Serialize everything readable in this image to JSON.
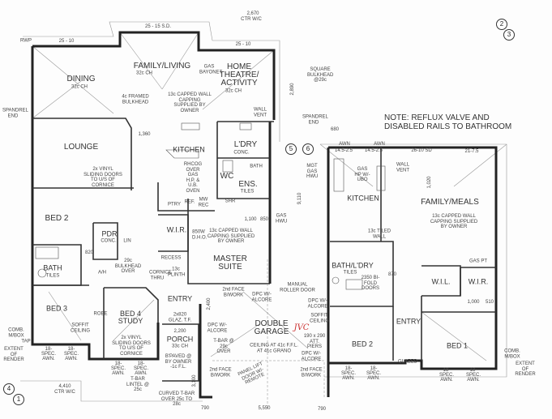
{
  "rooms": {
    "dining": "DINING",
    "dining_ch": "32c CH",
    "family_living": "FAMILY/LIVING",
    "family_living_ch": "32c CH",
    "home_theatre": "HOME THEATRE/ ACTIVITY",
    "home_theatre_ch": "32c CH",
    "lounge": "LOUNGE",
    "kitchen": "KITCHEN",
    "ldry": "L'DRY",
    "ldry_conc": "CONC.",
    "wc": "WC",
    "ens": "ENS.",
    "ens_tiles": "TILES",
    "bath_small": "BATH",
    "bed2": "BED 2",
    "pdr": "PDR",
    "pdr_conc": "CONC.",
    "lin": "LIN",
    "wir": "W.I.R.",
    "master": "MASTER SUITE",
    "bath": "BATH",
    "bath_tiles": "TILES",
    "bed3": "BED 3",
    "bed4": "BED 4 STUDY",
    "entry": "ENTRY",
    "porch": "PORCH",
    "porch_ch": "33c CH",
    "garage": "DOUBLE GARAGE",
    "garage_note": "CEILING AT 41c F.F.L. AT 41c GRANO",
    "r_kitchen": "KITCHEN",
    "r_family": "FAMILY/MEALS",
    "r_bath": "BATH/L'DRY",
    "r_bath_tiles": "TILES",
    "r_wil": "W.I.L.",
    "r_wir": "W.I.R.",
    "r_entry": "ENTRY",
    "r_bed2": "BED 2",
    "r_bed1": "BED 1",
    "ptry": "PTRY",
    "ref": "REF.",
    "mw": "MW REC",
    "shr": "SHR",
    "robe": "ROBE",
    "ah": "A/H"
  },
  "notes": {
    "main_note": "NOTE: REFLUX VALVE AND DISABLED RAILS TO BATHROOM",
    "framed_bulkhead": "4c FRAMED BULKHEAD",
    "wall_capping": "13c CAPPED WALL CAPPING SUPPLIED BY OWNER",
    "wall_capping_master": "13c CAPPED WALL CAPPING SUPPLIED BY OWNER",
    "wall_capping_right": "13c CAPPED WALL CAPPING SUPPLIED BY OWNER",
    "gas_bayonet": "GAS BAYONET",
    "wall_vent": "WALL VENT",
    "wall_vent_r": "WALL VENT",
    "square_bulkhead": "SQUARE BULKHEAD @29c",
    "spandrel_end_l": "SPANDREL END",
    "spandrel_end_r": "SPANDREL END",
    "sliding_doors_lounge": "2x VINYL SLIDING DOORS TO U/S OF CORNICE",
    "sliding_doors_study": "2x VINYL SLIDING DOORS TO U/S OF CORNICE",
    "oven": "RHCOG OVER GAS H.P. & U.B. OVEN",
    "gas_hp": "GAS HP W/- UBO",
    "bulkhead_over": "29c BULKHEAD OVER",
    "cornice_thru": "CORNICE THRU",
    "plinth": "13c PLINTH",
    "recess": "RECESS",
    "dho": "850W D.H.O.",
    "face_bwork": "2nd FACE B/WORK",
    "face_bwork2": "2nd FACE B/WORK",
    "face_bwork3": "2nd FACE B/WORK",
    "dpc_alcore": "DPC W/- ALCORE",
    "dpc_alcore2": "DPC W/- ALCORE",
    "dpc_alcore3": "DPC W/- ALCORE",
    "dpc_alcore4": "DPC W/- ALCORE",
    "manual_roller": "MANUAL ROLLER DOOR",
    "soffit": "SOFFIT CEILING",
    "soffit2": "SOFFIT CEILING",
    "glaz": "2x820 GLAZ. T.F.",
    "tbar": "T-BAR @ 29c OVER",
    "tbar_lintel": "T-BAR LINTEL @ 25c",
    "curved_tbar": "CURVED T-BAR OVER 25c TO 28c",
    "paved": "B'PAVED @ BY OWNER -1c F.L.",
    "panel_lift": "PANEL LIFT DOOR W/- REMOTE",
    "tiled_wall": "13c TILED WALL",
    "bifold": "2350 BI-FOLD DOORS",
    "att_piers": "190 x 290 ATT. PIERS",
    "comb_meter": "COMB. M/BOX",
    "comb_meter_r": "COMB. M/BOX",
    "extent_render": "EXTENT OF RENDER",
    "extent_render_r": "EXTENT OF RENDER",
    "glazed": "GLAZED",
    "mgt_gas": "MGT GAS HWU",
    "gas_pt": "GAS PT",
    "gas_hwu": "GAS HWU",
    "tap": "TAP",
    "rwp": "RWP",
    "handwritten": "JVC"
  },
  "windows": {
    "w_dining": "25 - 10",
    "w_family": "25 - 15 S.D.",
    "w_theatre": "25 - 10",
    "w_r_kitchen1": "14.5-2.5",
    "w_r_kitchen2": "14.5-2.5",
    "w_r_family": "26-10 SD",
    "w_r_family2": "21-7.5",
    "awn": "AWN",
    "awn2": "AWN",
    "spec1": "18-SPEC. AWN.",
    "spec2": "18-SPEC. AWN.",
    "spec3": "18-SPEC. AWN.",
    "spec4": "18-SPEC. AWN.",
    "spec5": "18-SPEC. AWN.",
    "spec6": "18-SPEC. AWN.",
    "spec7": "18-SPEC. AWN.",
    "spec8": "18-SPEC. AWN."
  },
  "dimensions": {
    "top_2670": "2,670",
    "ctr_wc": "CTR W/C",
    "d1360": "1,360",
    "d4410": "4,410",
    "ctr_wc2": "CTR W/C",
    "d5550": "5,550",
    "d790": "790",
    "d790b": "790",
    "d2200": "2,200",
    "d1100": "1,100",
    "d850": "850",
    "d1000": "1,000",
    "d510": "510",
    "d680": "680",
    "d9110": "9,110",
    "d2890": "2,890",
    "d1020": "1,020",
    "d870": "870",
    "d820": "820",
    "d3100": "3,100",
    "d2400": "2,400"
  },
  "grid_markers": [
    "2",
    "3",
    "5",
    "6",
    "4",
    "1"
  ]
}
